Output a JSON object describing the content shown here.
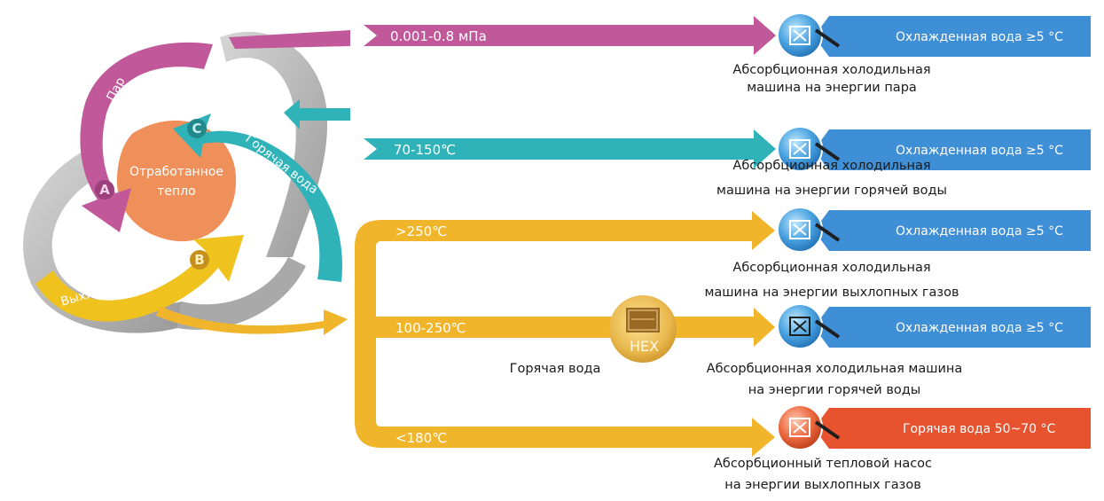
{
  "heat_source": {
    "center_label_line1": "Отработанное",
    "center_label_line2": "тепло",
    "steam_label": "Пар",
    "hot_water_label": "Горячая вода",
    "exhaust_label": "Выхлопные газы",
    "letter_a": "A",
    "letter_b": "B",
    "letter_c": "C"
  },
  "branches": {
    "steam_range": "0.001-0.8 мПа",
    "hot_water_range": "70-150℃",
    "exhaust_high": ">250℃",
    "exhaust_mid": "100-250℃",
    "exhaust_low": "<180℃",
    "hex_label": "HEX",
    "hex_caption": "Горячая вода"
  },
  "outputs": [
    {
      "label": "Охлажденная вода ≥5 °C",
      "caption_line1": "Абсорбционная холодильная",
      "caption_line2": "машина на энергии пара"
    },
    {
      "label": "Охлажденная вода ≥5 °C",
      "caption_line1": "Абсорбционная холодильная",
      "caption_line2": "машина на энергии горячей воды"
    },
    {
      "label": "Охлажденная вода ≥5 °C",
      "caption_line1": "Абсорбционная холодильная",
      "caption_line2": "машина на энергии выхлопных газов"
    },
    {
      "label": "Охлажденная вода ≥5 °C",
      "caption_line1": "Абсорбционная холодильная машина",
      "caption_line2": "на энергии горячей воды"
    },
    {
      "label": "Горячая вода 50~70 °C",
      "caption_line1": "Абсорбционный тепловой насос",
      "caption_line2": "на энергии выхлопных газов"
    }
  ],
  "colors": {
    "steam": "#c0589a",
    "hot_water": "#2fb3b8",
    "exhaust": "#f0b52a",
    "chilled_output": "#3f8fd6",
    "heating_output": "#e7532e",
    "waste_heat": "#ef8f5a",
    "ring": "#b4b4b4"
  },
  "icons": [
    "absorption-chiller-icon",
    "heat-exchanger-icon"
  ]
}
